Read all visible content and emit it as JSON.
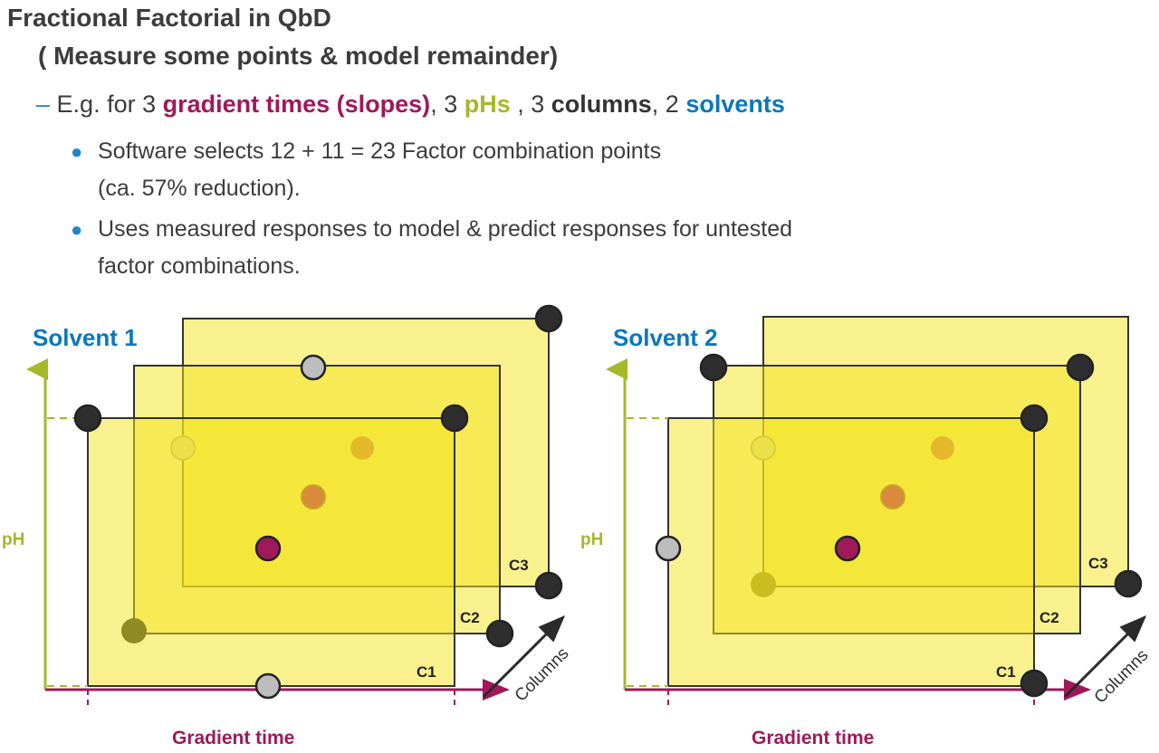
{
  "title": "Fractional Factorial in QbD",
  "subtitle": "( Measure some points & model remainder)",
  "example": {
    "dash": "–",
    "prefix": "E.g. for 3 ",
    "gradient": "gradient times (slopes)",
    "sep1": ", 3 ",
    "ph": "pHs",
    "sep2": " , 3 ",
    "columns": "columns",
    "sep3": ", 2 ",
    "solvents": "solvents"
  },
  "bullets": [
    {
      "line1": "Software selects 12 + 11 = 23 Factor combination points",
      "line2": "(ca. 57% reduction)."
    },
    {
      "line1": "Uses measured responses to model & predict responses for untested",
      "line2": "factor combinations."
    }
  ],
  "colors": {
    "gradient": "#a0185a",
    "ph": "#a5b82a",
    "solvent": "#0a78bc",
    "text": "#3c3c3c"
  },
  "diagrams": [
    {
      "label": "Solvent 1",
      "y_axis": "pH",
      "x_axis": "Gradient time",
      "depth_axis": "Columns",
      "planes": [
        "C1",
        "C2",
        "C3"
      ]
    },
    {
      "label": "Solvent 2",
      "y_axis": "pH",
      "x_axis": "Gradient time",
      "depth_axis": "Columns",
      "planes": [
        "C1",
        "C2",
        "C3"
      ]
    }
  ]
}
